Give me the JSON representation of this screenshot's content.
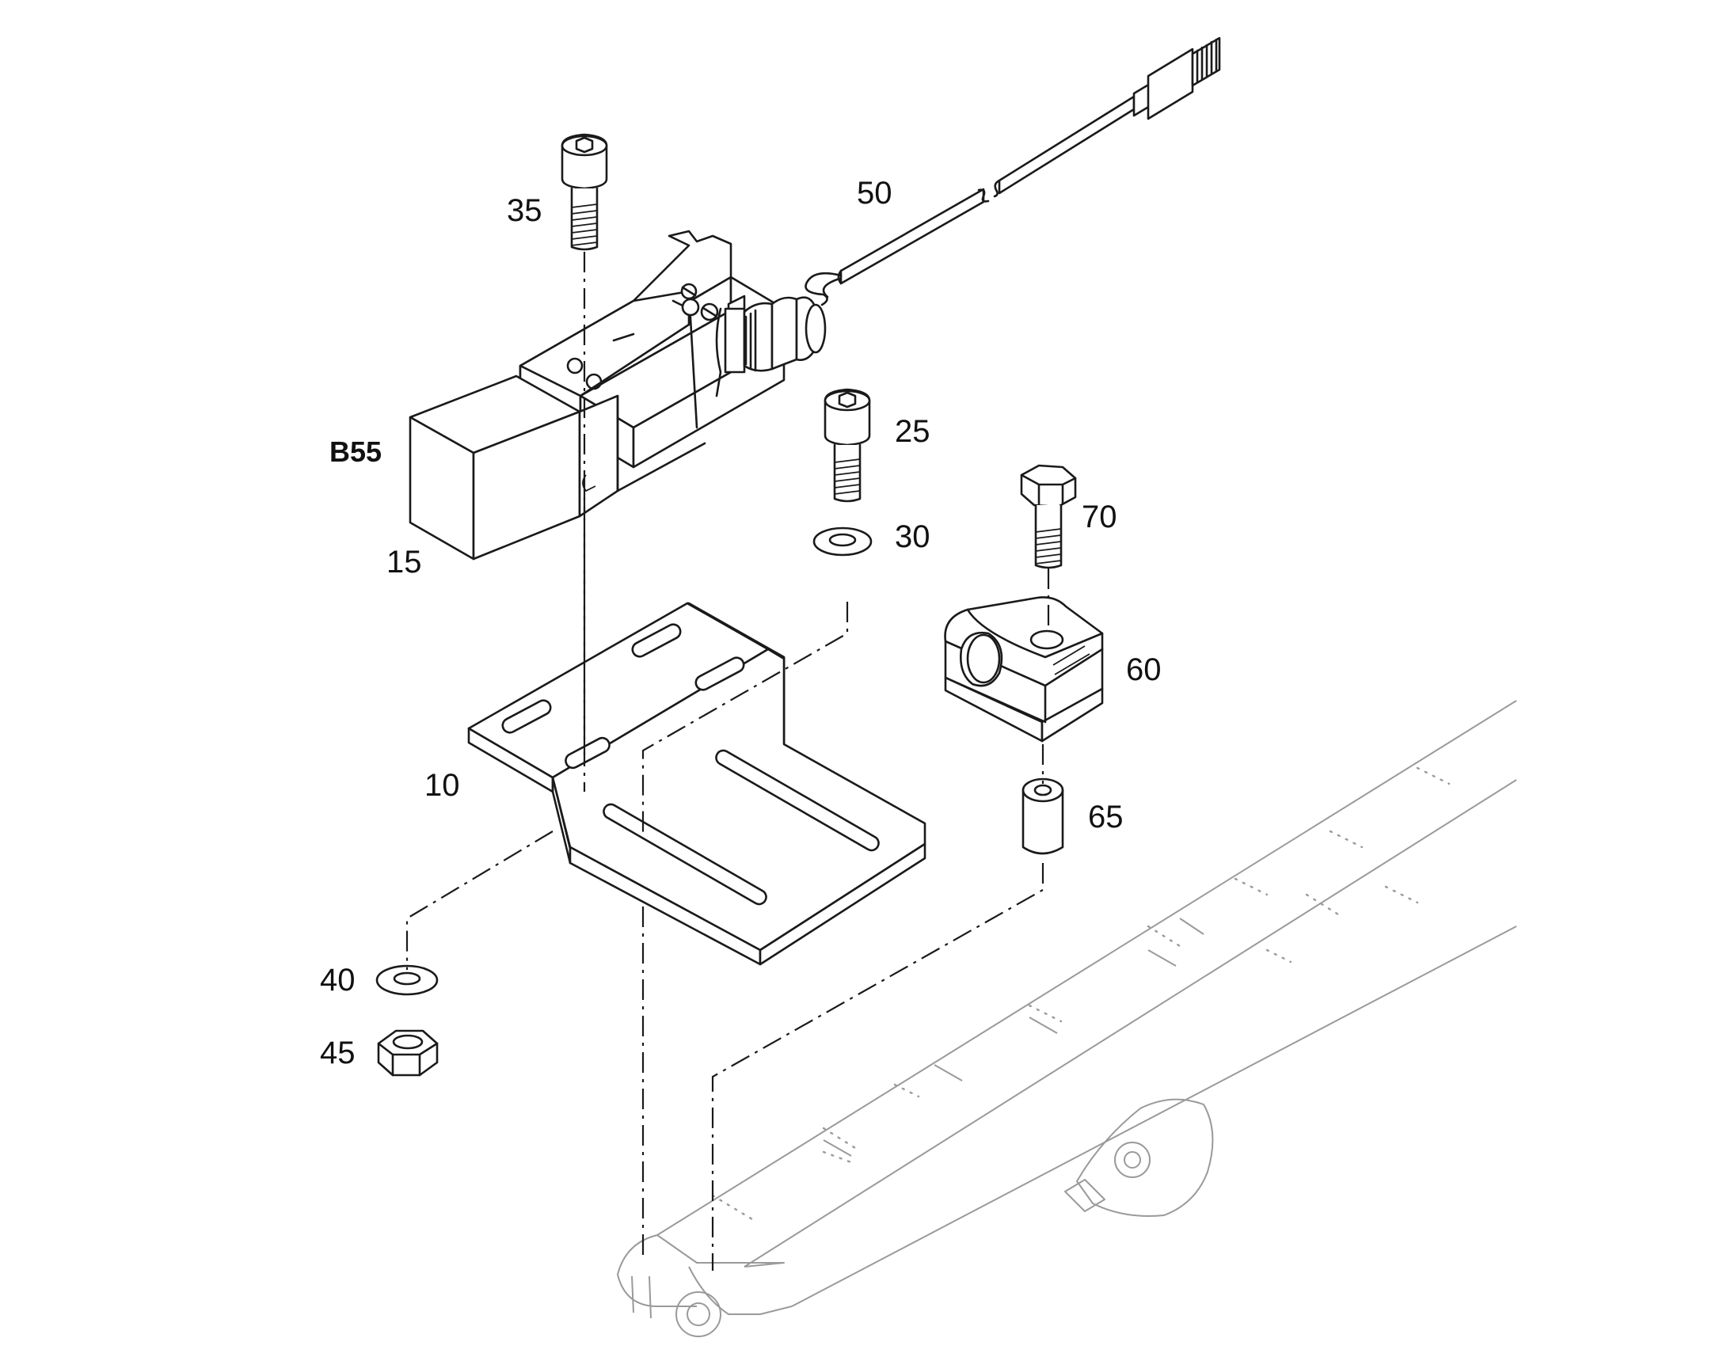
{
  "callouts": {
    "c35": "35",
    "c50": "50",
    "c25": "25",
    "cB55": "B55",
    "c70": "70",
    "c30": "30",
    "c15": "15",
    "c60": "60",
    "c10": "10",
    "c65": "65",
    "c40": "40",
    "c45": "45"
  },
  "colors": {
    "ink": "#1a1a1a",
    "ghost": "#9a9a9a",
    "background": "#ffffff"
  }
}
